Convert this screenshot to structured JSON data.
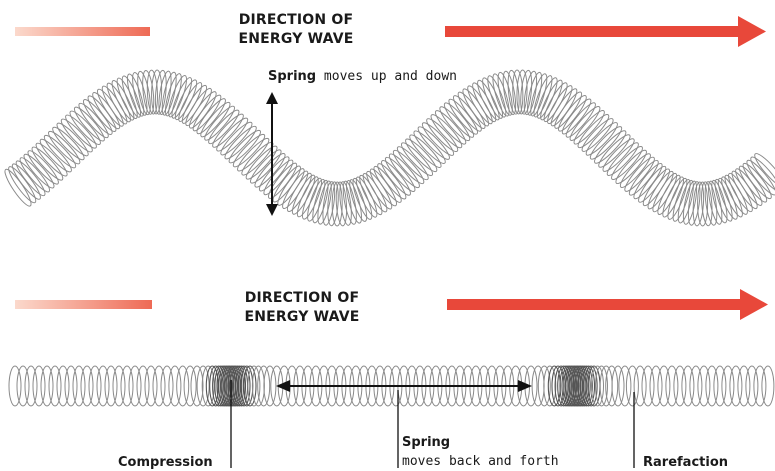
{
  "transverse": {
    "direction_line1": "DIRECTION OF",
    "direction_line2": "ENERGY WAVE",
    "spring_bold": "Spring",
    "spring_rest": " moves up and down"
  },
  "longitudinal": {
    "direction_line1": "DIRECTION OF",
    "direction_line2": "ENERGY WAVE",
    "compression_label": "Compression",
    "spring_bold": "Spring",
    "spring_line2": "moves back and forth",
    "rarefaction_label": "Rarefaction"
  },
  "colors": {
    "arrow_red": "#e8483a",
    "arrow_fade": "#f4a58c",
    "spring": "#8a8a8a",
    "ink": "#111111"
  }
}
